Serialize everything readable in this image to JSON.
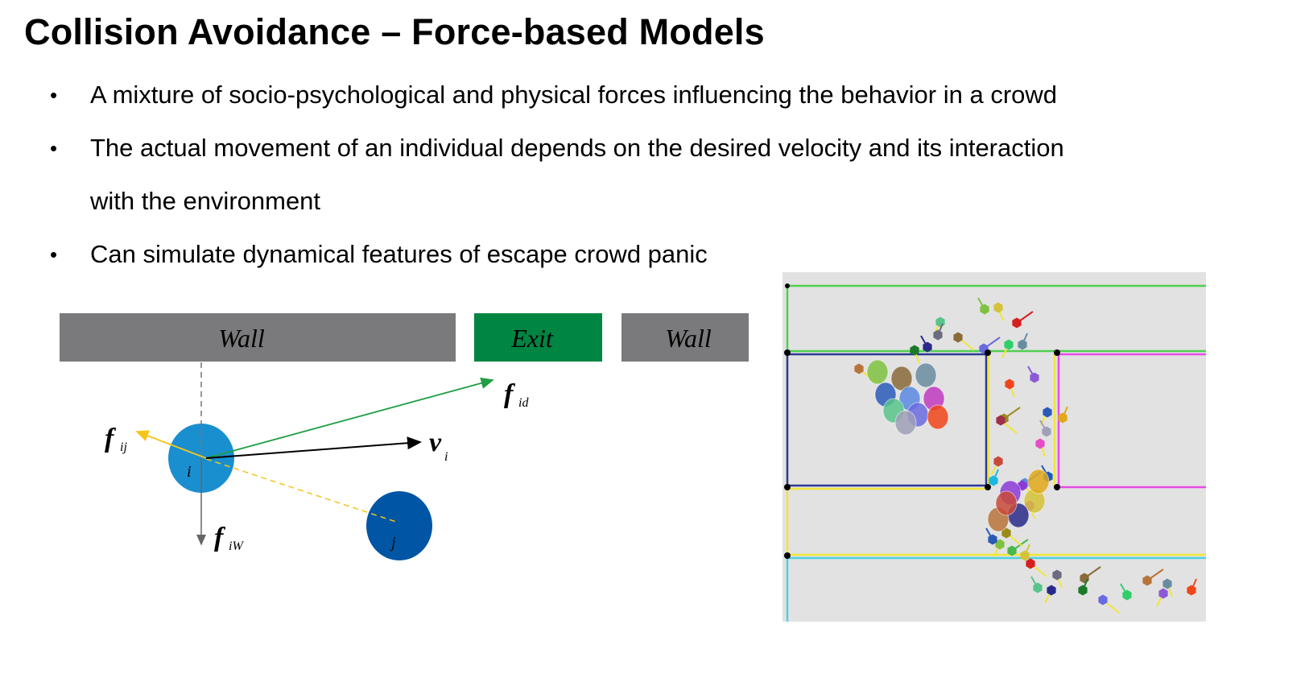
{
  "title": "Collision Avoidance – Force-based Models",
  "bullets": [
    {
      "line1": "A mixture of socio-psychological and physical forces influencing the behavior in a crowd"
    },
    {
      "line1": "The actual movement of an individual depends on the desired velocity and its interaction",
      "line2": "with the environment"
    },
    {
      "line1": "Can simulate dynamical features of escape crowd panic"
    }
  ],
  "diagram": {
    "wall_left": "Wall",
    "exit": "Exit",
    "wall_right": "Wall",
    "agent_i": "i",
    "agent_j": "j",
    "f_ij": {
      "base": "f",
      "sub": "ij"
    },
    "f_id": {
      "base": "f",
      "sub": "id"
    },
    "v_i": {
      "base": "v",
      "sub": "i"
    },
    "f_iW": {
      "base": "f",
      "sub": "iW"
    },
    "colors": {
      "wall": "#7a7a7c",
      "exit": "#008542",
      "agent_i": "#1a8fd0",
      "agent_j": "#0055a5",
      "desired": "#1e9e45",
      "repulsion": "#f5c518"
    }
  }
}
